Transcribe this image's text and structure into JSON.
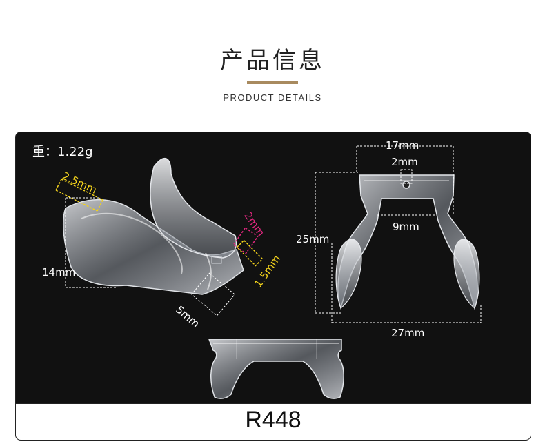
{
  "header": {
    "title": "产品信息",
    "subtitle": "PRODUCT DETAILS"
  },
  "panel": {
    "weight": "重：1.22g",
    "dimensions": {
      "d_2_5mm": "2.5mm",
      "d_14mm": "14mm",
      "d_2mm_pink": "2mm",
      "d_1_5mm": "1.5mm",
      "d_5mm": "5mm",
      "d_17mm": "17mm",
      "d_2mm": "2mm",
      "d_25mm": "25mm",
      "d_9mm": "9mm",
      "d_27mm": "27mm"
    },
    "model": "R448"
  },
  "colors": {
    "accent_bar": "#a88a5f",
    "panel_bg": "#111111",
    "yellow_label": "#f2d21c",
    "pink_label": "#e2277f"
  }
}
